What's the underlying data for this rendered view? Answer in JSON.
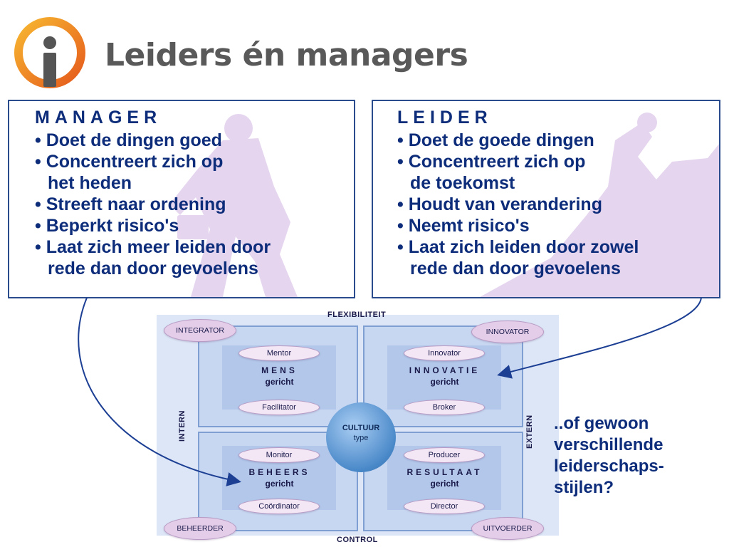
{
  "header": {
    "title": "Leiders én managers",
    "logo_icon": "info-person-icon"
  },
  "manager_box": {
    "heading": "MANAGER",
    "items": [
      [
        "Doet de dingen goed"
      ],
      [
        "Concentreert zich op",
        "het heden"
      ],
      [
        "Streeft naar ordening"
      ],
      [
        "Beperkt risico's"
      ],
      [
        "Laat zich meer leiden door",
        "rede dan door gevoelens"
      ]
    ]
  },
  "leider_box": {
    "heading": "LEIDER",
    "items": [
      [
        "Doet de goede dingen"
      ],
      [
        "Concentreert zich op",
        "de toekomst"
      ],
      [
        "Houdt van verandering"
      ],
      [
        "Neemt risico's"
      ],
      [
        "Laat zich leiden door zowel",
        "rede dan door gevoelens"
      ]
    ]
  },
  "diagram": {
    "axis_top": "FLEXIBILITEIT",
    "axis_bottom": "CONTROL",
    "axis_left": "INTERN",
    "axis_right": "EXTERN",
    "center": {
      "line1": "CULTUUR",
      "line2": "type"
    },
    "corners": {
      "top_left": "INTEGRATOR",
      "top_right": "INNOVATOR",
      "bottom_left": "BEHEERDER",
      "bottom_right": "UITVOERDER"
    },
    "quadrants": {
      "top_left": {
        "top_pill": "Mentor",
        "title": "MENS",
        "sub": "gericht",
        "bottom_pill": "Facilitator"
      },
      "top_right": {
        "top_pill": "Innovator",
        "title": "INNOVATIE",
        "sub": "gericht",
        "bottom_pill": "Broker"
      },
      "bottom_left": {
        "top_pill": "Monitor",
        "title": "BEHEERS",
        "sub": "gericht",
        "bottom_pill": "Coördinator"
      },
      "bottom_right": {
        "top_pill": "Producer",
        "title": "RESULTAAT",
        "sub": "gericht",
        "bottom_pill": "Director"
      }
    }
  },
  "side_text": [
    "..of gewoon",
    "verschillende",
    "leiderschaps-",
    "stijlen?"
  ],
  "colors": {
    "text_blue": "#0d2c7a",
    "title_gray": "#595959",
    "logo_orange": "#f39a1c",
    "silhouette": "#e5d5ef"
  }
}
